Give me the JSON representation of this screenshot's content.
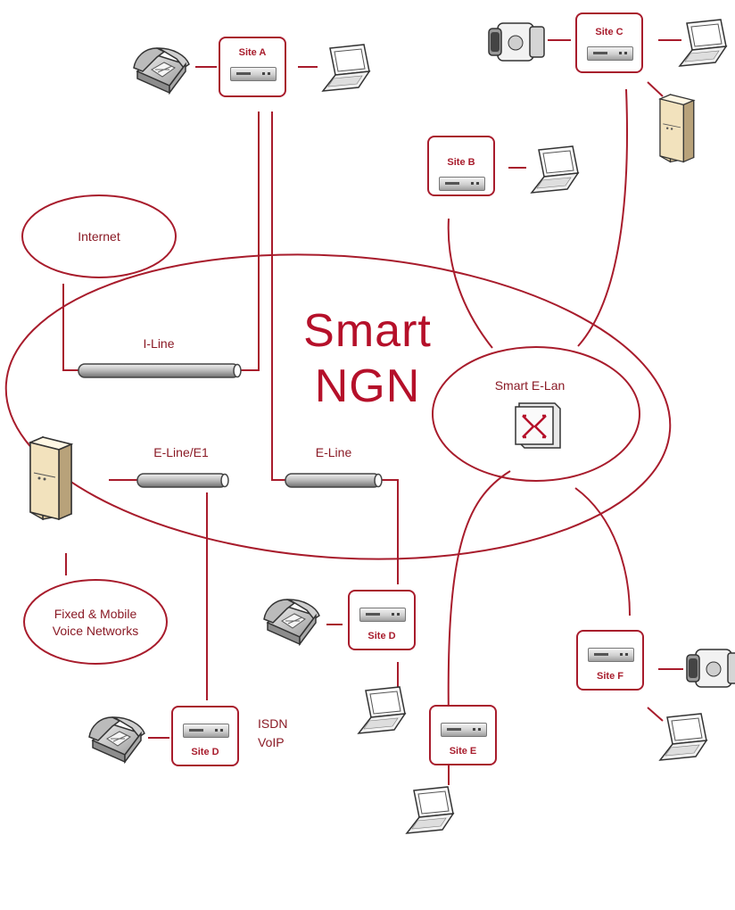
{
  "diagram": {
    "core_network": "Smart\nNGN",
    "core_line1": "Smart",
    "core_line2": "NGN",
    "elan_label": "Smart E-Lan",
    "internet_label": "Internet",
    "voice_networks_label": "Fixed & Mobile\nVoice Networks",
    "voice_line1": "Fixed & Mobile",
    "voice_line2": "Voice Networks",
    "links": {
      "iline": "I-Line",
      "eline_e1": "E-Line/E1",
      "eline": "E-Line"
    },
    "sites": {
      "a": "Site A",
      "b": "Site B",
      "c": "Site C",
      "d_center": "Site D",
      "d_left": "Site D",
      "e": "Site E",
      "f": "Site F"
    },
    "protocols": [
      "ISDN",
      "VoIP"
    ]
  },
  "icons": [
    "phone-icon",
    "laptop-icon",
    "camera-icon",
    "server-icon",
    "router-icon",
    "switch-icon"
  ],
  "colors": {
    "accent": "#a81c2c",
    "pipe": "#b8b8b8"
  }
}
